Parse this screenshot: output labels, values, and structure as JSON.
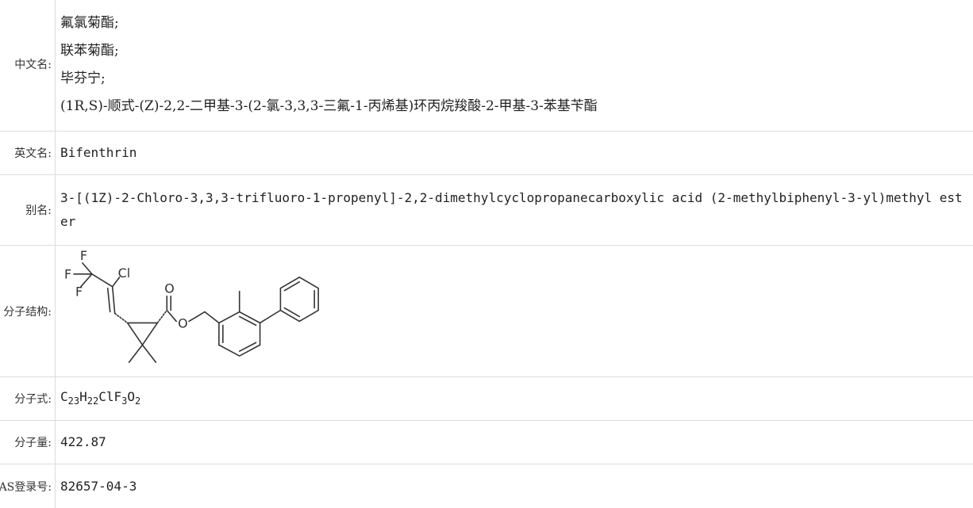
{
  "rows": {
    "chinese_name": {
      "label": "中文名:",
      "values": [
        "氟氯菊酯;",
        "联苯菊酯;",
        "毕芬宁;",
        "(1R,S)-顺式-(Z)-2,2-二甲基-3-(2-氯-3,3,3-三氟-1-丙烯基)环丙烷羧酸-2-甲基-3-苯基苄酯"
      ]
    },
    "english_name": {
      "label": "英文名:",
      "value": "Bifenthrin"
    },
    "alias": {
      "label": "别名:",
      "value": "3-[(1Z)-2-Chloro-3,3,3-trifluoro-1-propenyl]-2,2-dimethylcyclopropanecarboxylic acid (2-methylbiphenyl-3-yl)methyl ester"
    },
    "structure": {
      "label": "分子结构:",
      "atoms": {
        "f1": "F",
        "f2": "F",
        "f3": "F",
        "cl": "Cl",
        "o1": "O",
        "o2": "O"
      }
    },
    "formula": {
      "label": "分子式:",
      "parts": [
        {
          "t": "C",
          "sub": "23"
        },
        {
          "t": "H",
          "sub": "22"
        },
        {
          "t": "ClF",
          "sub": "3"
        },
        {
          "t": "O",
          "sub": "2"
        }
      ]
    },
    "molecular_weight": {
      "label": "分子量:",
      "value": "422.87"
    },
    "cas": {
      "label": "CAS登录号:",
      "value": "82657-04-3"
    }
  }
}
